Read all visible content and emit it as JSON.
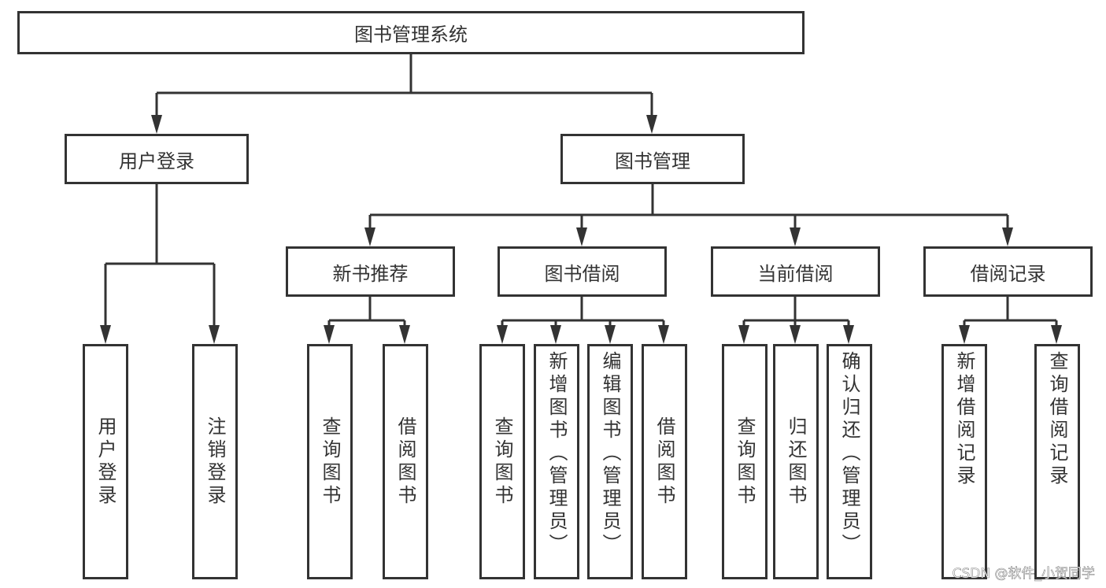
{
  "root": "图书管理系统",
  "level1": [
    "用户登录",
    "图书管理"
  ],
  "user_login_children": [
    "用户登录",
    "注销登录"
  ],
  "book_mgmt_children": [
    {
      "label": "新书推荐",
      "children": [
        "查询图书",
        "借阅图书"
      ]
    },
    {
      "label": "图书借阅",
      "children": [
        "查询图书",
        "新增图书（管理员）",
        "编辑图书（管理员）",
        "借阅图书"
      ]
    },
    {
      "label": "当前借阅",
      "children": [
        "查询图书",
        "归还图书",
        "确认归还（管理员）"
      ]
    },
    {
      "label": "借阅记录",
      "children": [
        "新增借阅记录",
        "查询借阅记录"
      ]
    }
  ],
  "watermark": "CSDN @软件_小贺同学"
}
